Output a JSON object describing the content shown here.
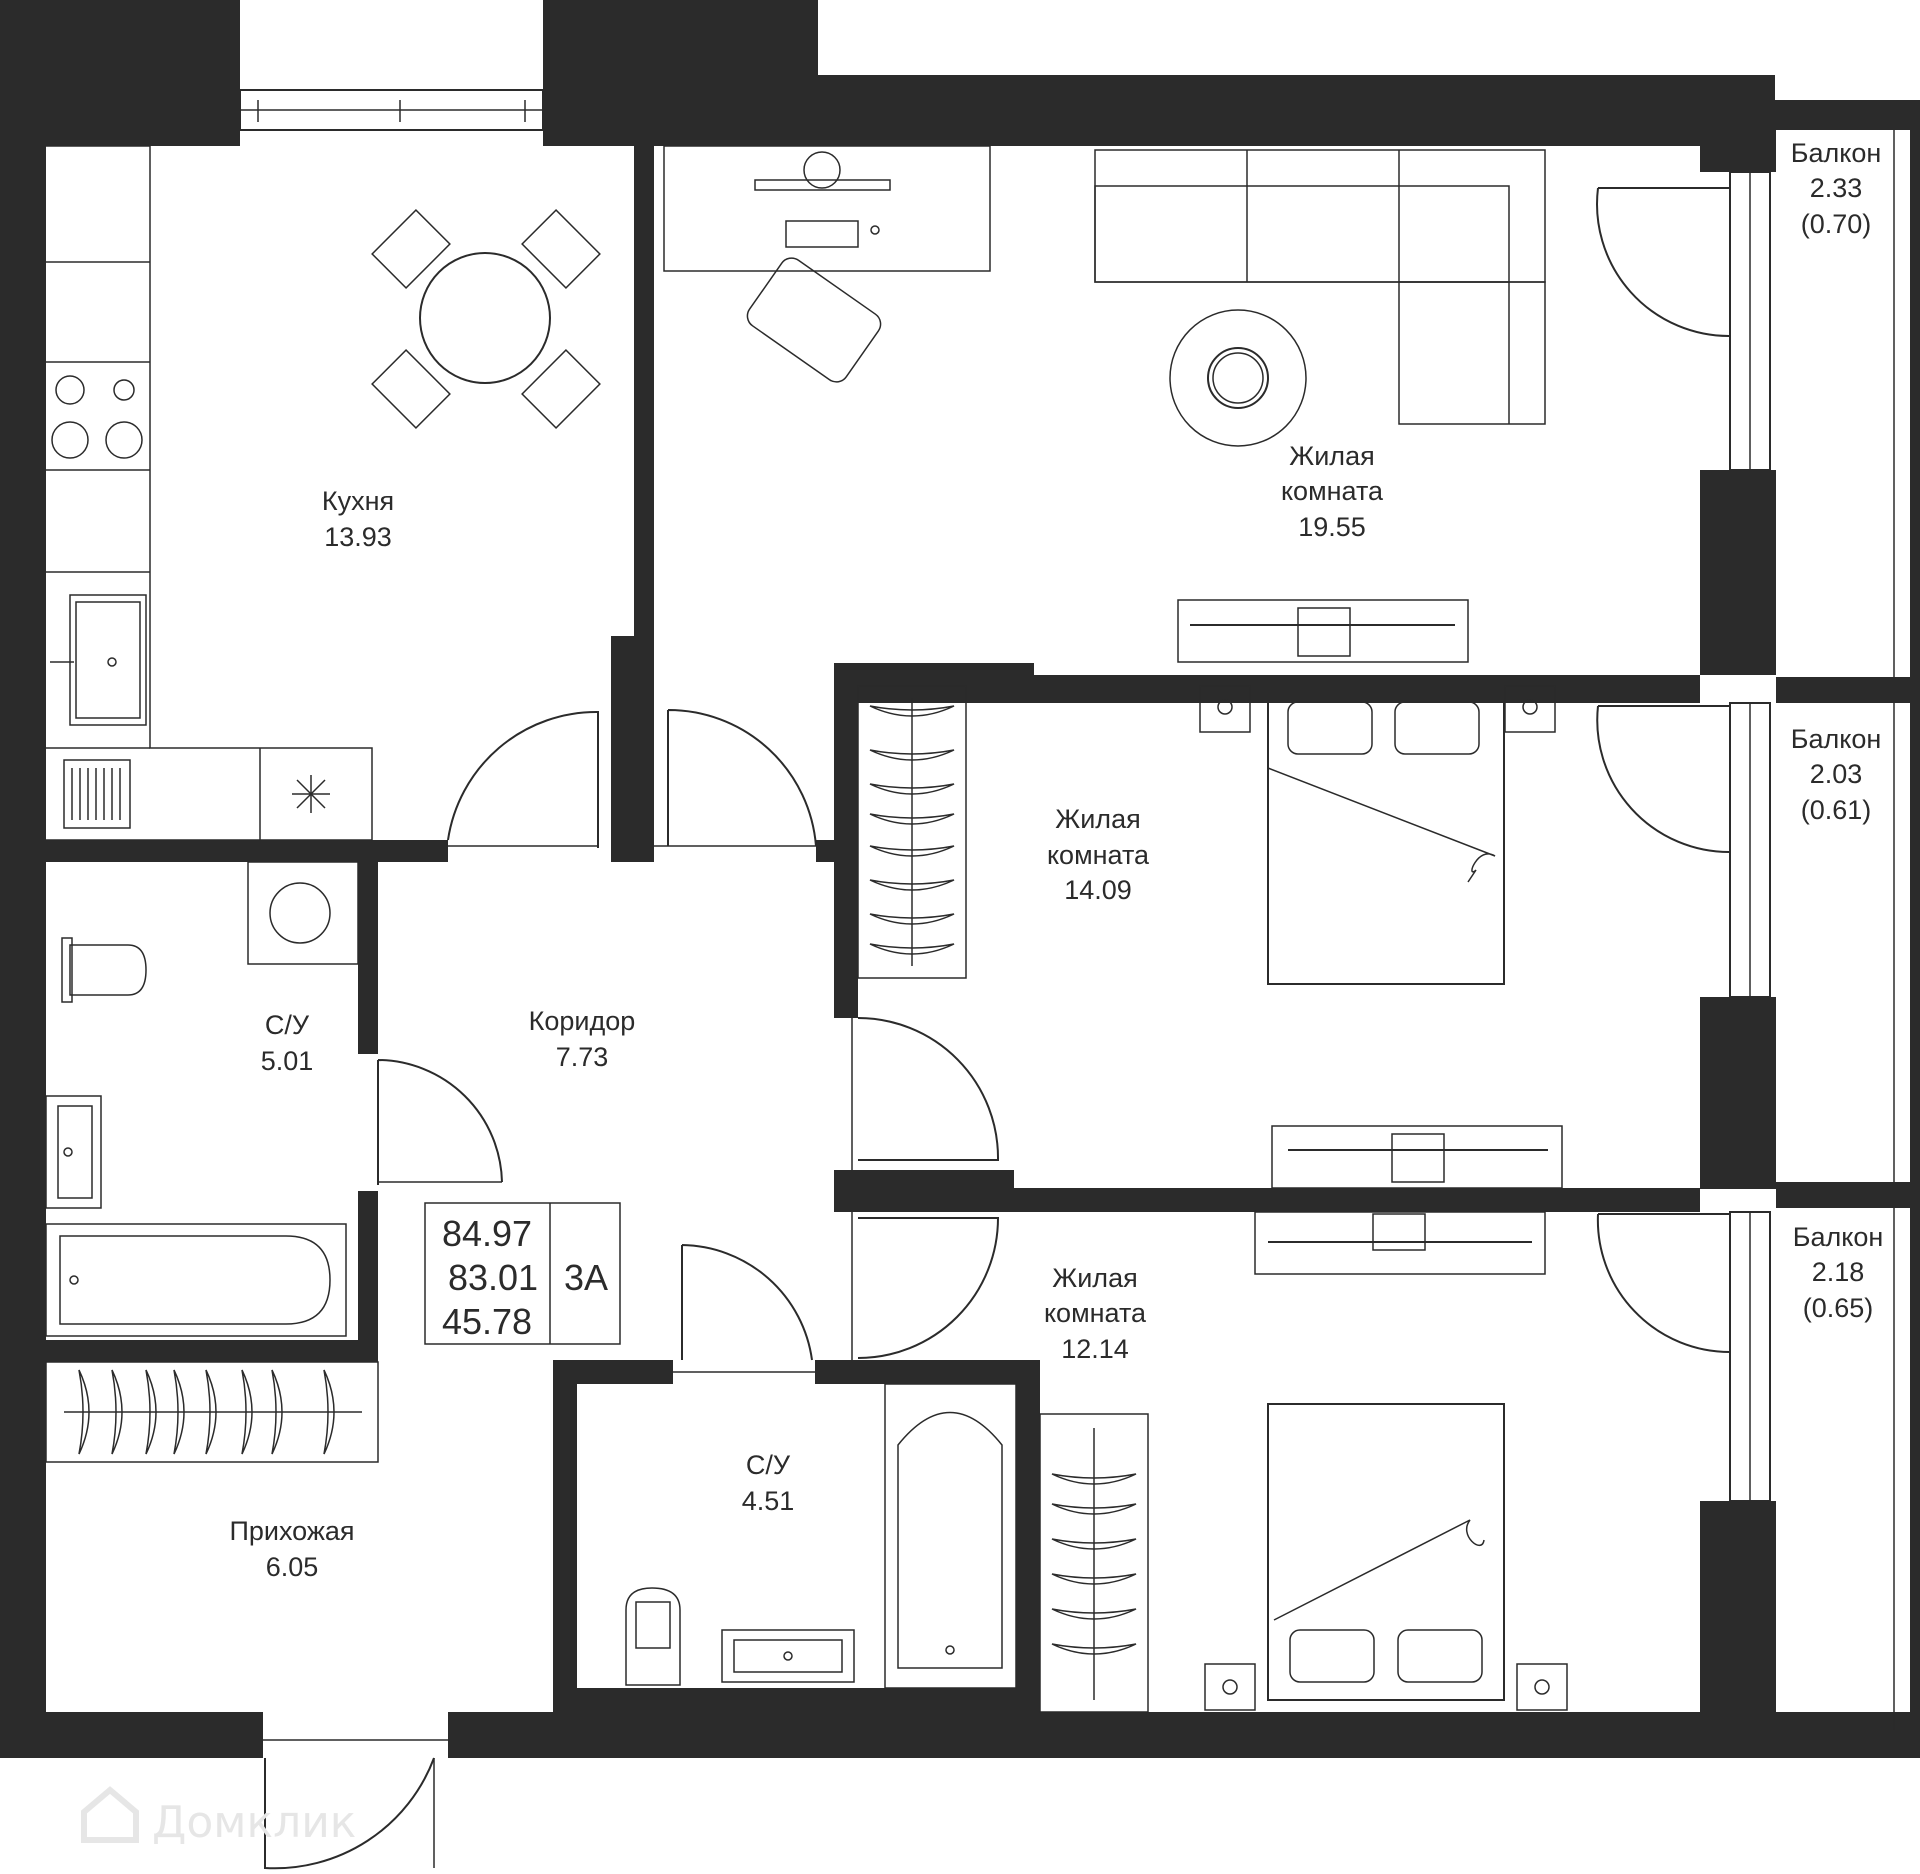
{
  "rooms": {
    "kitchen": {
      "name": "Кухня",
      "area": "13.93"
    },
    "living_room_1": {
      "name_line1": "Жилая",
      "name_line2": "комната",
      "area": "19.55"
    },
    "living_room_2": {
      "name_line1": "Жилая",
      "name_line2": "комната",
      "area": "14.09"
    },
    "living_room_3": {
      "name_line1": "Жилая",
      "name_line2": "комната",
      "area": "12.14"
    },
    "bathroom_1": {
      "name": "С/У",
      "area": "5.01"
    },
    "corridor": {
      "name": "Коридор",
      "area": "7.73"
    },
    "bathroom_2": {
      "name": "С/У",
      "area": "4.51"
    },
    "hallway": {
      "name": "Прихожая",
      "area": "6.05"
    }
  },
  "balconies": [
    {
      "name": "Балкон",
      "area": "2.33",
      "reduced_area": "(0.70)"
    },
    {
      "name": "Балкон",
      "area": "2.03",
      "reduced_area": "(0.61)"
    },
    {
      "name": "Балкон",
      "area": "2.18",
      "reduced_area": "(0.65)"
    }
  ],
  "summary": {
    "total_area": "84.97",
    "area_without_balconies": "83.01",
    "living_area": "45.78",
    "flat_type": "3А"
  },
  "watermark": "Домклик",
  "colors": {
    "wall": "#2b2b2b",
    "background": "#ffffff",
    "watermark": "#e6e6e6"
  }
}
